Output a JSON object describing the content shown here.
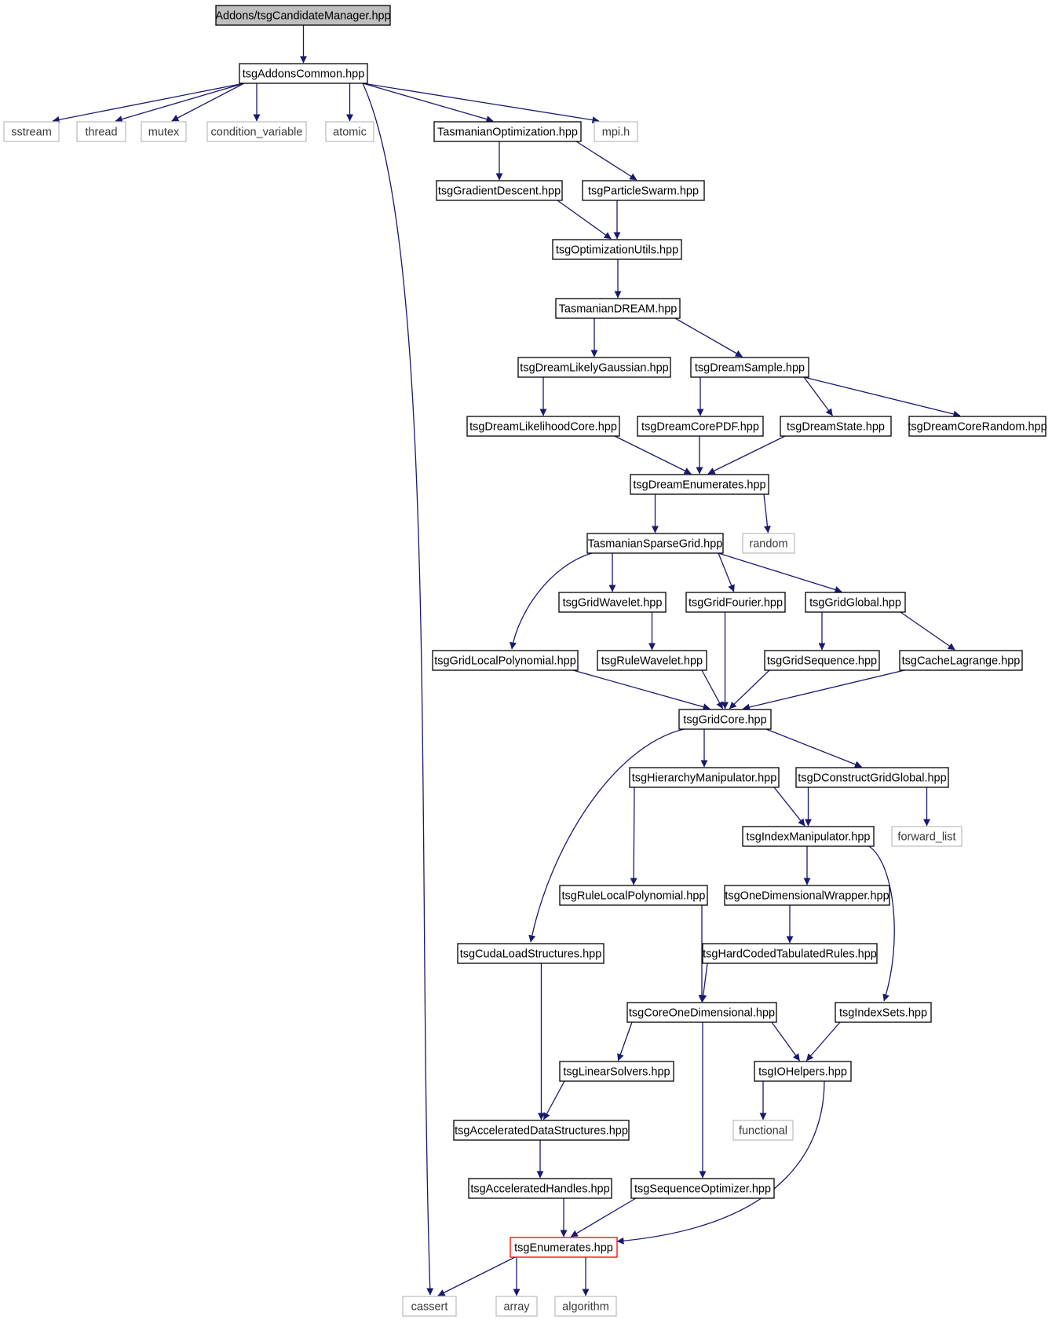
{
  "colors": {
    "edge": "#191970",
    "root_fill": "#bfbfbf",
    "node_border": "#000000",
    "external_border": "#bfbfbf",
    "truncated_border": "#ff0000"
  },
  "nodes": [
    {
      "id": "root",
      "label": "Addons/tsgCandidateManager.hpp",
      "kind": "root"
    },
    {
      "id": "addons",
      "label": "tsgAddonsCommon.hpp",
      "kind": "file"
    },
    {
      "id": "sstream",
      "label": "sstream",
      "kind": "external"
    },
    {
      "id": "thread",
      "label": "thread",
      "kind": "external"
    },
    {
      "id": "mutex",
      "label": "mutex",
      "kind": "external"
    },
    {
      "id": "condvar",
      "label": "condition_variable",
      "kind": "external"
    },
    {
      "id": "atomic",
      "label": "atomic",
      "kind": "external"
    },
    {
      "id": "tasopt",
      "label": "TasmanianOptimization.hpp",
      "kind": "file"
    },
    {
      "id": "mpi",
      "label": "mpi.h",
      "kind": "external"
    },
    {
      "id": "graddesc",
      "label": "tsgGradientDescent.hpp",
      "kind": "file"
    },
    {
      "id": "pswarm",
      "label": "tsgParticleSwarm.hpp",
      "kind": "file"
    },
    {
      "id": "optutils",
      "label": "tsgOptimizationUtils.hpp",
      "kind": "file"
    },
    {
      "id": "tasdream",
      "label": "TasmanianDREAM.hpp",
      "kind": "file"
    },
    {
      "id": "likelygauss",
      "label": "tsgDreamLikelyGaussian.hpp",
      "kind": "file"
    },
    {
      "id": "dreamsample",
      "label": "tsgDreamSample.hpp",
      "kind": "file"
    },
    {
      "id": "likelihoodcore",
      "label": "tsgDreamLikelihoodCore.hpp",
      "kind": "file"
    },
    {
      "id": "corepdf",
      "label": "tsgDreamCorePDF.hpp",
      "kind": "file"
    },
    {
      "id": "dreamstate",
      "label": "tsgDreamState.hpp",
      "kind": "file"
    },
    {
      "id": "corerandom",
      "label": "tsgDreamCoreRandom.hpp",
      "kind": "file"
    },
    {
      "id": "dreamenum",
      "label": "tsgDreamEnumerates.hpp",
      "kind": "file"
    },
    {
      "id": "sparsegrid",
      "label": "TasmanianSparseGrid.hpp",
      "kind": "file"
    },
    {
      "id": "random",
      "label": "random",
      "kind": "external"
    },
    {
      "id": "gridwavelet",
      "label": "tsgGridWavelet.hpp",
      "kind": "file"
    },
    {
      "id": "gridfourier",
      "label": "tsgGridFourier.hpp",
      "kind": "file"
    },
    {
      "id": "gridglobal",
      "label": "tsgGridGlobal.hpp",
      "kind": "file"
    },
    {
      "id": "gridlocalpoly",
      "label": "tsgGridLocalPolynomial.hpp",
      "kind": "file"
    },
    {
      "id": "rulewavelet",
      "label": "tsgRuleWavelet.hpp",
      "kind": "file"
    },
    {
      "id": "gridsequence",
      "label": "tsgGridSequence.hpp",
      "kind": "file"
    },
    {
      "id": "cachelagrange",
      "label": "tsgCacheLagrange.hpp",
      "kind": "file"
    },
    {
      "id": "gridcore",
      "label": "tsgGridCore.hpp",
      "kind": "file"
    },
    {
      "id": "hiermanip",
      "label": "tsgHierarchyManipulator.hpp",
      "kind": "file"
    },
    {
      "id": "dconstruct",
      "label": "tsgDConstructGridGlobal.hpp",
      "kind": "file"
    },
    {
      "id": "indexmanip",
      "label": "tsgIndexManipulator.hpp",
      "kind": "file"
    },
    {
      "id": "forwardlist",
      "label": "forward_list",
      "kind": "external"
    },
    {
      "id": "rulelocalpoly",
      "label": "tsgRuleLocalPolynomial.hpp",
      "kind": "file"
    },
    {
      "id": "onedimwrap",
      "label": "tsgOneDimensionalWrapper.hpp",
      "kind": "file"
    },
    {
      "id": "cudaload",
      "label": "tsgCudaLoadStructures.hpp",
      "kind": "file"
    },
    {
      "id": "hardcoded",
      "label": "tsgHardCodedTabulatedRules.hpp",
      "kind": "file"
    },
    {
      "id": "coreonedim",
      "label": "tsgCoreOneDimensional.hpp",
      "kind": "file"
    },
    {
      "id": "indexsets",
      "label": "tsgIndexSets.hpp",
      "kind": "file"
    },
    {
      "id": "linsolvers",
      "label": "tsgLinearSolvers.hpp",
      "kind": "file"
    },
    {
      "id": "iohelpers",
      "label": "tsgIOHelpers.hpp",
      "kind": "file"
    },
    {
      "id": "accdata",
      "label": "tsgAcceleratedDataStructures.hpp",
      "kind": "file"
    },
    {
      "id": "functional",
      "label": "functional",
      "kind": "external"
    },
    {
      "id": "acchandles",
      "label": "tsgAcceleratedHandles.hpp",
      "kind": "file"
    },
    {
      "id": "seqopt",
      "label": "tsgSequenceOptimizer.hpp",
      "kind": "file"
    },
    {
      "id": "enumerates",
      "label": "tsgEnumerates.hpp",
      "kind": "truncated"
    },
    {
      "id": "cassert",
      "label": "cassert",
      "kind": "external"
    },
    {
      "id": "array",
      "label": "array",
      "kind": "external"
    },
    {
      "id": "algorithm",
      "label": "algorithm",
      "kind": "external"
    }
  ],
  "edges": [
    [
      "root",
      "addons"
    ],
    [
      "addons",
      "sstream"
    ],
    [
      "addons",
      "thread"
    ],
    [
      "addons",
      "mutex"
    ],
    [
      "addons",
      "condvar"
    ],
    [
      "addons",
      "atomic"
    ],
    [
      "addons",
      "tasopt"
    ],
    [
      "addons",
      "mpi"
    ],
    [
      "addons",
      "cassert"
    ],
    [
      "tasopt",
      "graddesc"
    ],
    [
      "tasopt",
      "pswarm"
    ],
    [
      "graddesc",
      "optutils"
    ],
    [
      "pswarm",
      "optutils"
    ],
    [
      "optutils",
      "tasdream"
    ],
    [
      "tasdream",
      "likelygauss"
    ],
    [
      "tasdream",
      "dreamsample"
    ],
    [
      "likelygauss",
      "likelihoodcore"
    ],
    [
      "dreamsample",
      "corepdf"
    ],
    [
      "dreamsample",
      "dreamstate"
    ],
    [
      "dreamsample",
      "corerandom"
    ],
    [
      "likelihoodcore",
      "dreamenum"
    ],
    [
      "corepdf",
      "dreamenum"
    ],
    [
      "dreamstate",
      "dreamenum"
    ],
    [
      "dreamenum",
      "sparsegrid"
    ],
    [
      "dreamenum",
      "random"
    ],
    [
      "sparsegrid",
      "gridlocalpoly"
    ],
    [
      "sparsegrid",
      "gridwavelet"
    ],
    [
      "sparsegrid",
      "gridfourier"
    ],
    [
      "sparsegrid",
      "gridglobal"
    ],
    [
      "gridwavelet",
      "rulewavelet"
    ],
    [
      "gridglobal",
      "gridsequence"
    ],
    [
      "gridglobal",
      "cachelagrange"
    ],
    [
      "gridlocalpoly",
      "gridcore"
    ],
    [
      "rulewavelet",
      "gridcore"
    ],
    [
      "gridfourier",
      "gridcore"
    ],
    [
      "gridsequence",
      "gridcore"
    ],
    [
      "cachelagrange",
      "gridcore"
    ],
    [
      "gridcore",
      "cudaload"
    ],
    [
      "gridcore",
      "hiermanip"
    ],
    [
      "gridcore",
      "dconstruct"
    ],
    [
      "hiermanip",
      "indexmanip"
    ],
    [
      "hiermanip",
      "rulelocalpoly"
    ],
    [
      "dconstruct",
      "indexmanip"
    ],
    [
      "dconstruct",
      "forwardlist"
    ],
    [
      "indexmanip",
      "onedimwrap"
    ],
    [
      "indexmanip",
      "indexsets"
    ],
    [
      "onedimwrap",
      "hardcoded"
    ],
    [
      "hardcoded",
      "coreonedim"
    ],
    [
      "rulelocalpoly",
      "coreonedim"
    ],
    [
      "coreonedim",
      "linsolvers"
    ],
    [
      "coreonedim",
      "iohelpers"
    ],
    [
      "coreonedim",
      "seqopt"
    ],
    [
      "indexsets",
      "iohelpers"
    ],
    [
      "cudaload",
      "accdata"
    ],
    [
      "linsolvers",
      "accdata"
    ],
    [
      "iohelpers",
      "functional"
    ],
    [
      "iohelpers",
      "enumerates"
    ],
    [
      "accdata",
      "acchandles"
    ],
    [
      "acchandles",
      "enumerates"
    ],
    [
      "seqopt",
      "enumerates"
    ],
    [
      "enumerates",
      "cassert"
    ],
    [
      "enumerates",
      "array"
    ],
    [
      "enumerates",
      "algorithm"
    ]
  ]
}
